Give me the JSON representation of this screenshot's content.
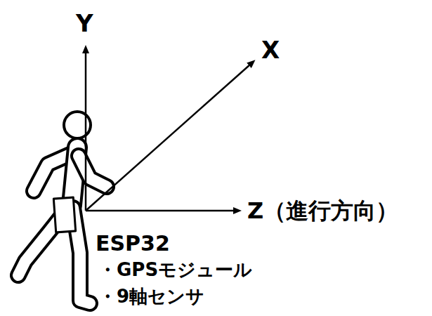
{
  "diagram": {
    "labels": [
      "Y",
      "X",
      "Z（進行方向）",
      "ESP32",
      "・GPSモジュール",
      "・9軸センサ"
    ]
  }
}
